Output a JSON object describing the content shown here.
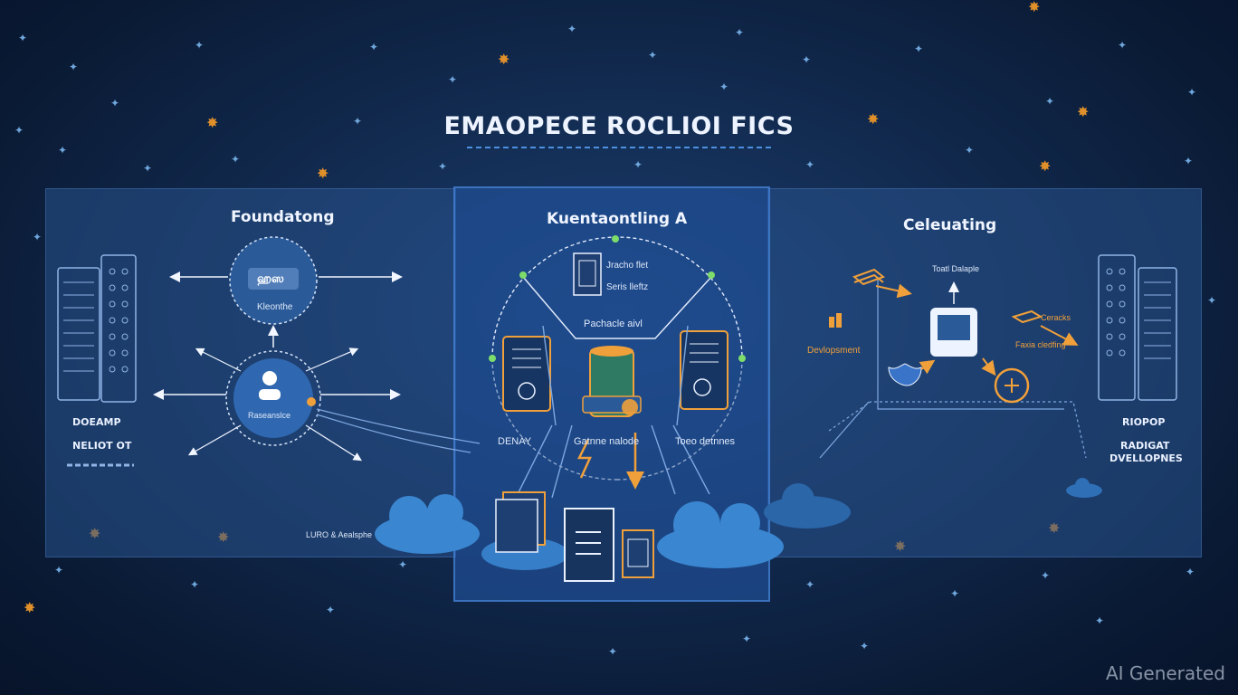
{
  "title": "EMAOPECE ROCLIOI FICS",
  "panels": {
    "left": {
      "heading": "Foundatong",
      "top_node_icon_text": "ஹஸ",
      "top_node_label": "Kleonthe",
      "center_node_label": "Raseanslce",
      "left_label_1": "DOEAMP",
      "left_label_2": "NELIOT OT",
      "bottom_label": "LURO & Aealsphe"
    },
    "center": {
      "heading": "Kuentaontling  A",
      "doc_label_1": "Jracho flet",
      "doc_label_2": "Seris lleftz",
      "arc_label": "Pachacle aivl",
      "left_device_label": "DENAY",
      "center_label": "Gatnne nalode",
      "right_device_label": "Toeo detnnes"
    },
    "right": {
      "heading": "Celeuating",
      "top_label": "Toatl Dalaple",
      "left_label": "Devlopsment",
      "right_label_1": "Ceracks",
      "right_label_2": "Faxia cledfing",
      "side_label_1": "RIOPOP",
      "side_label_2": "RADIGAT",
      "side_label_3": "DVELLOPNES"
    }
  },
  "watermark": "AI Generated",
  "colors": {
    "accent_orange": "#f0a03a",
    "accent_blue": "#4d8fe0",
    "node_fill": "#2a5a98"
  }
}
